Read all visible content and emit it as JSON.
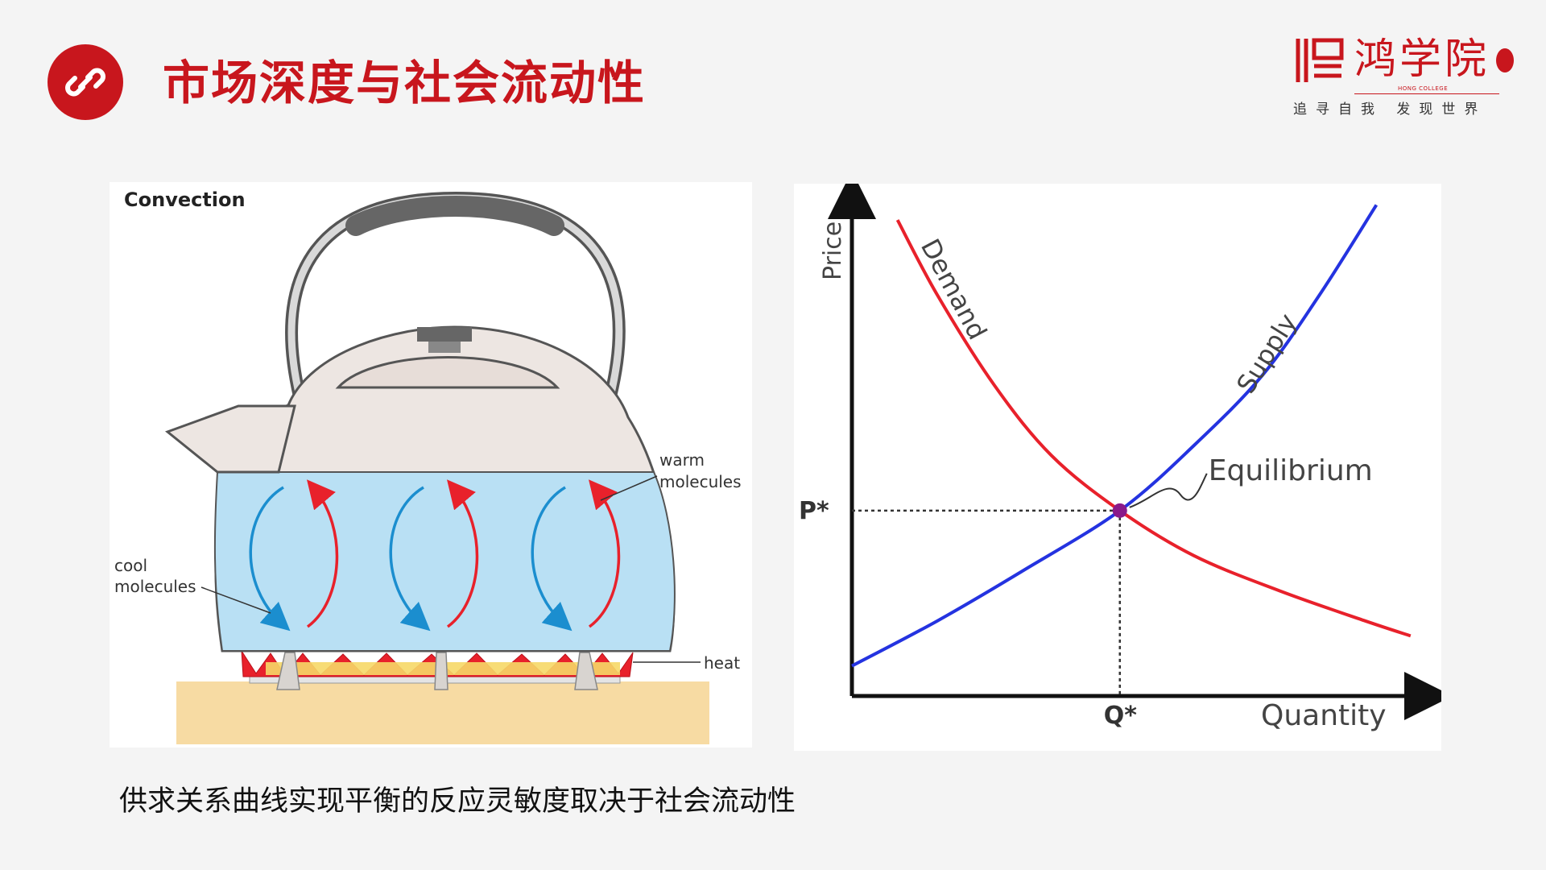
{
  "header": {
    "title": "市场深度与社会流动性",
    "icon": "link-icon",
    "accent_color": "#c8161d"
  },
  "logo": {
    "name": "鸿学院",
    "english": "HONG COLLEGE",
    "slogan": "追寻自我  发现世界"
  },
  "convection": {
    "title": "Convection",
    "label_warm_1": "warm",
    "label_warm_2": "molecules",
    "label_cool_1": "cool",
    "label_cool_2": "molecules",
    "label_heat": "heat",
    "warm_color": "#e8212b",
    "cool_color": "#1b8ecf"
  },
  "chart_data": {
    "type": "line",
    "xlabel": "Quantity",
    "ylabel": "Price",
    "series": [
      {
        "name": "Demand",
        "color": "#e8212b",
        "x": [
          0.08,
          0.15,
          0.25,
          0.35,
          0.47,
          0.6,
          0.75,
          0.9,
          0.98
        ],
        "y": [
          0.95,
          0.8,
          0.62,
          0.48,
          0.37,
          0.28,
          0.21,
          0.15,
          0.12
        ]
      },
      {
        "name": "Supply",
        "color": "#2433e0",
        "x": [
          0.0,
          0.15,
          0.3,
          0.47,
          0.6,
          0.72,
          0.82,
          0.92
        ],
        "y": [
          0.06,
          0.15,
          0.25,
          0.37,
          0.5,
          0.64,
          0.8,
          0.98
        ]
      }
    ],
    "annotations": {
      "equilibrium": "Equilibrium",
      "price_star": "P*",
      "quantity_star": "Q*"
    },
    "equilibrium_point": {
      "x": 0.47,
      "y": 0.37
    },
    "xlim": [
      0,
      1
    ],
    "ylim": [
      0,
      1
    ]
  },
  "caption": "供求关系曲线实现平衡的反应灵敏度取决于社会流动性"
}
